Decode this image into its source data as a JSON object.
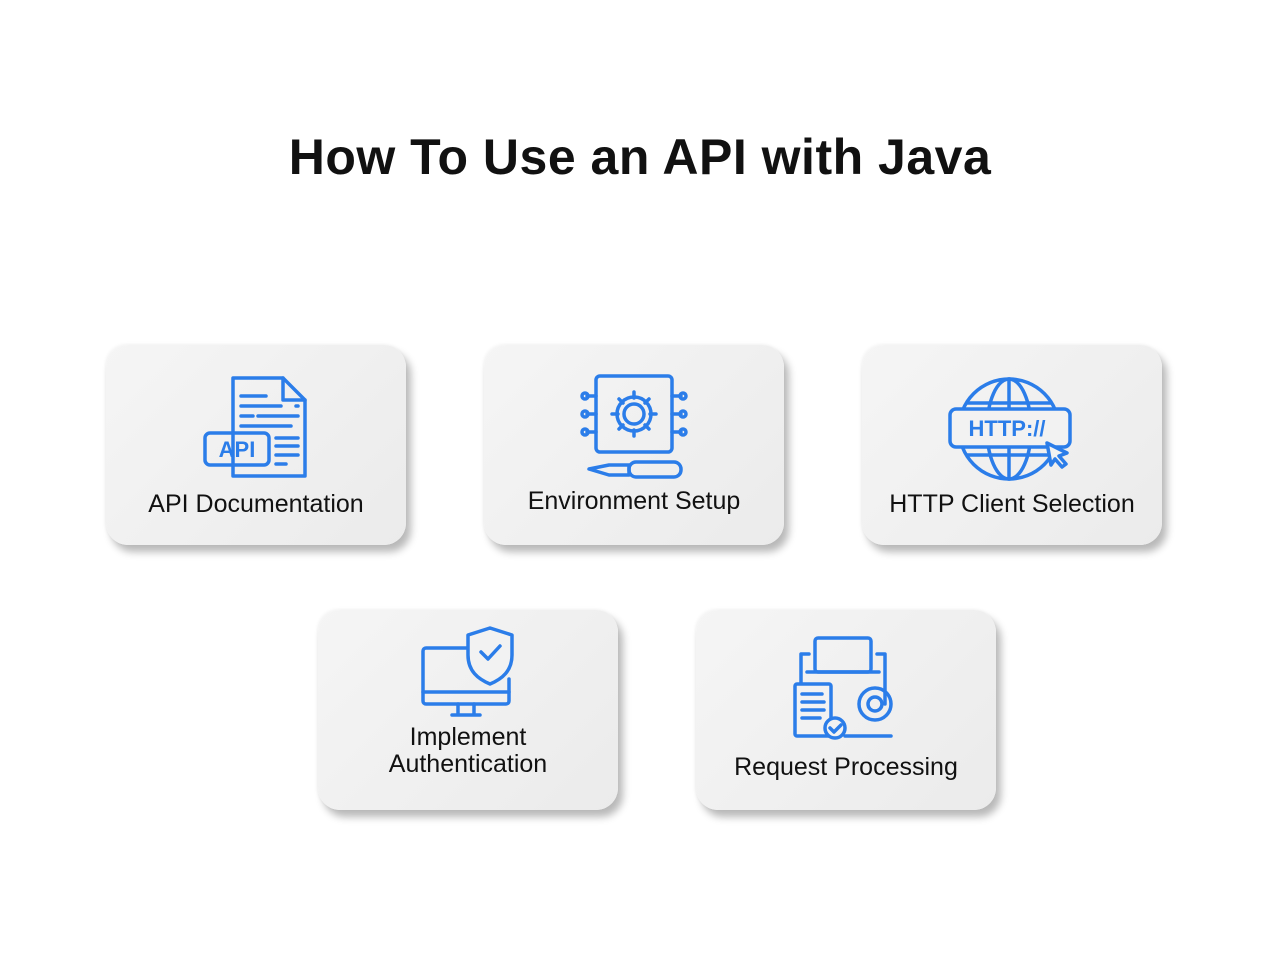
{
  "title": "How To Use an API with Java",
  "accent_color": "#2b7de9",
  "cards": [
    {
      "label": "API Documentation",
      "icon": "api-document-icon",
      "icon_text": "API"
    },
    {
      "label": "Environment Setup",
      "icon": "chip-gear-screwdriver-icon"
    },
    {
      "label": "HTTP Client Selection",
      "icon": "globe-http-icon",
      "icon_text": "HTTP://"
    },
    {
      "label_line1": "Implement",
      "label_line2": "Authentication",
      "icon": "monitor-shield-icon"
    },
    {
      "label": "Request Processing",
      "icon": "laptop-document-gear-icon"
    }
  ]
}
